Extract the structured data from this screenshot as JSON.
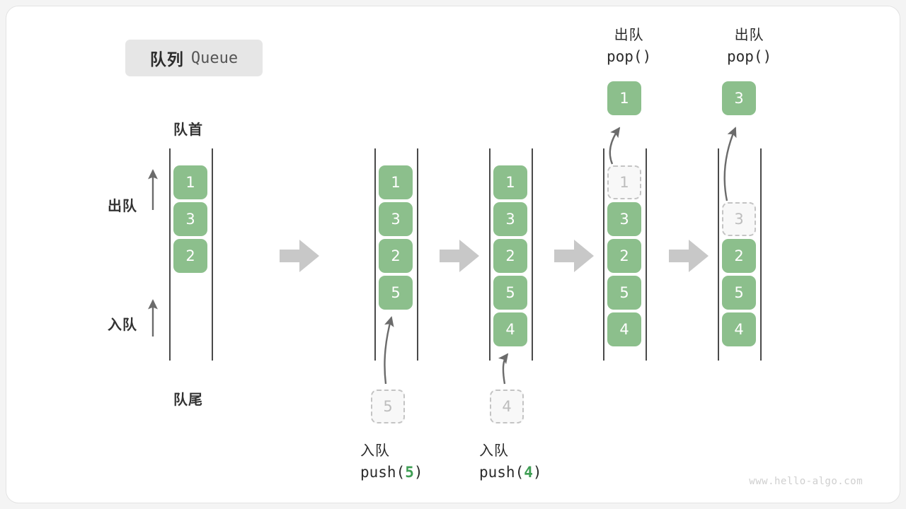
{
  "title": {
    "cn": "队列",
    "en": "Queue"
  },
  "labels": {
    "head": "队首",
    "tail": "队尾",
    "dequeue": "出队",
    "enqueue": "入队"
  },
  "colors": {
    "box_fill": "#8cbf8c",
    "box_text": "#ffffff",
    "ghost_fill": "#f8f8f8",
    "ghost_border": "#c4c4c4",
    "ghost_text": "#bdbdbd",
    "rail": "#4a4a4a",
    "arrow": "#6b6b6b",
    "step_arrow": "#c8c8c8",
    "highlight": "#3f9e54",
    "badge_bg": "#e6e6e6",
    "card_border": "#e3e3e3"
  },
  "stages": [
    {
      "name": "initial",
      "items": [
        "1",
        "3",
        "2"
      ],
      "ghost": null,
      "popped": null,
      "op_cn": null,
      "op_code": null
    },
    {
      "name": "push-5",
      "items": [
        "1",
        "3",
        "2",
        "5"
      ],
      "ghost": "5",
      "popped": null,
      "op_cn": "入队",
      "op_code_prefix": "push(",
      "op_code_value": "5",
      "op_code_suffix": ")"
    },
    {
      "name": "push-4",
      "items": [
        "1",
        "3",
        "2",
        "5",
        "4"
      ],
      "ghost": "4",
      "popped": null,
      "op_cn": "入队",
      "op_code_prefix": "push(",
      "op_code_value": "4",
      "op_code_suffix": ")"
    },
    {
      "name": "pop-1",
      "items": [
        "3",
        "2",
        "5",
        "4"
      ],
      "ghost": "1",
      "popped": "1",
      "op_cn": "出队",
      "op_code_prefix": "pop(",
      "op_code_value": "",
      "op_code_suffix": ")"
    },
    {
      "name": "pop-3",
      "items": [
        "2",
        "5",
        "4"
      ],
      "ghost": "3",
      "popped": "3",
      "op_cn": "出队",
      "op_code_prefix": "pop(",
      "op_code_value": "",
      "op_code_suffix": ")"
    }
  ],
  "watermark": "www.hello-algo.com"
}
